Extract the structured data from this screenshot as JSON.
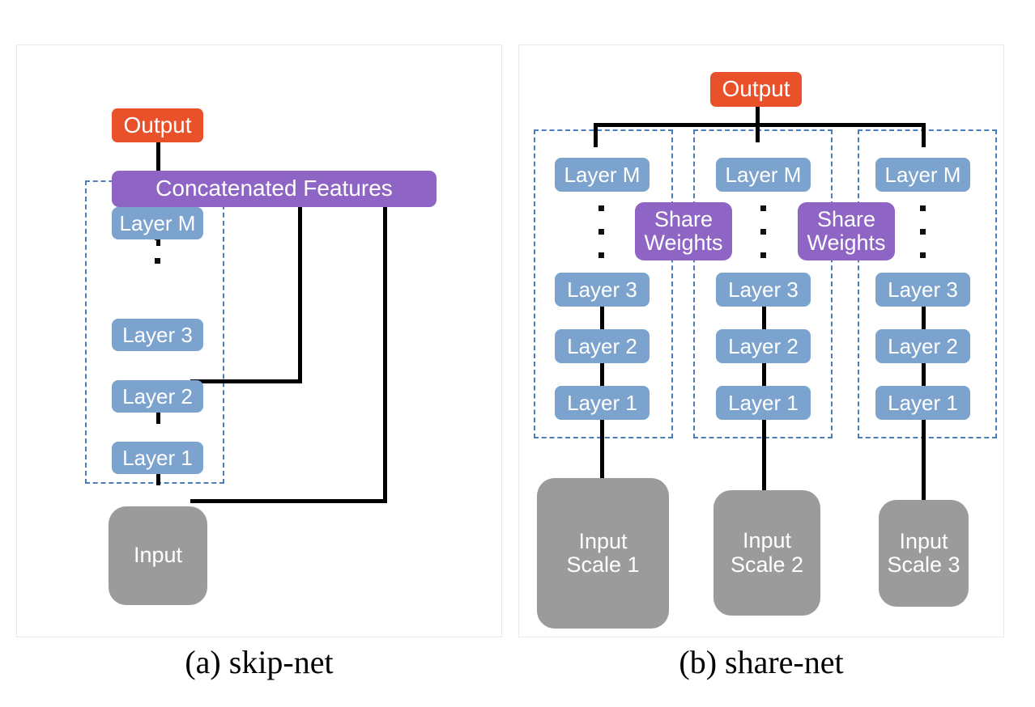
{
  "figure": {
    "panels": [
      {
        "id": "skip-net",
        "caption": "(a) skip-net",
        "nodes": {
          "output": "Output",
          "concatenated": "Concatenated Features",
          "layer_m": "Layer M",
          "layer_3": "Layer 3",
          "layer_2": "Layer 2",
          "layer_1": "Layer 1",
          "input": "Input"
        }
      },
      {
        "id": "share-net",
        "caption": "(b) share-net",
        "nodes": {
          "output": "Output",
          "share_weights_1": "Share\nWeights",
          "share_weights_2": "Share\nWeights",
          "branch_1": {
            "layer_m": "Layer M",
            "layer_3": "Layer 3",
            "layer_2": "Layer 2",
            "layer_1": "Layer 1",
            "input": "Input\nScale 1"
          },
          "branch_2": {
            "layer_m": "Layer M",
            "layer_3": "Layer 3",
            "layer_2": "Layer 2",
            "layer_1": "Layer 1",
            "input": "Input\nScale 2"
          },
          "branch_3": {
            "layer_m": "Layer M",
            "layer_3": "Layer 3",
            "layer_2": "Layer 2",
            "layer_1": "Layer 1",
            "input": "Input\nScale 3"
          }
        }
      }
    ]
  },
  "colors": {
    "output": "#e8512a",
    "concatenated": "#8e64c4",
    "share_weights": "#8e64c4",
    "layer": "#7ba3ce",
    "input": "#9b9b9b",
    "dashed_group": "#4a7ebb",
    "connector": "#000000",
    "panel_border": "#e9e9e9",
    "background": "#ffffff",
    "node_text": "#ffffff",
    "caption_text": "#000000"
  }
}
